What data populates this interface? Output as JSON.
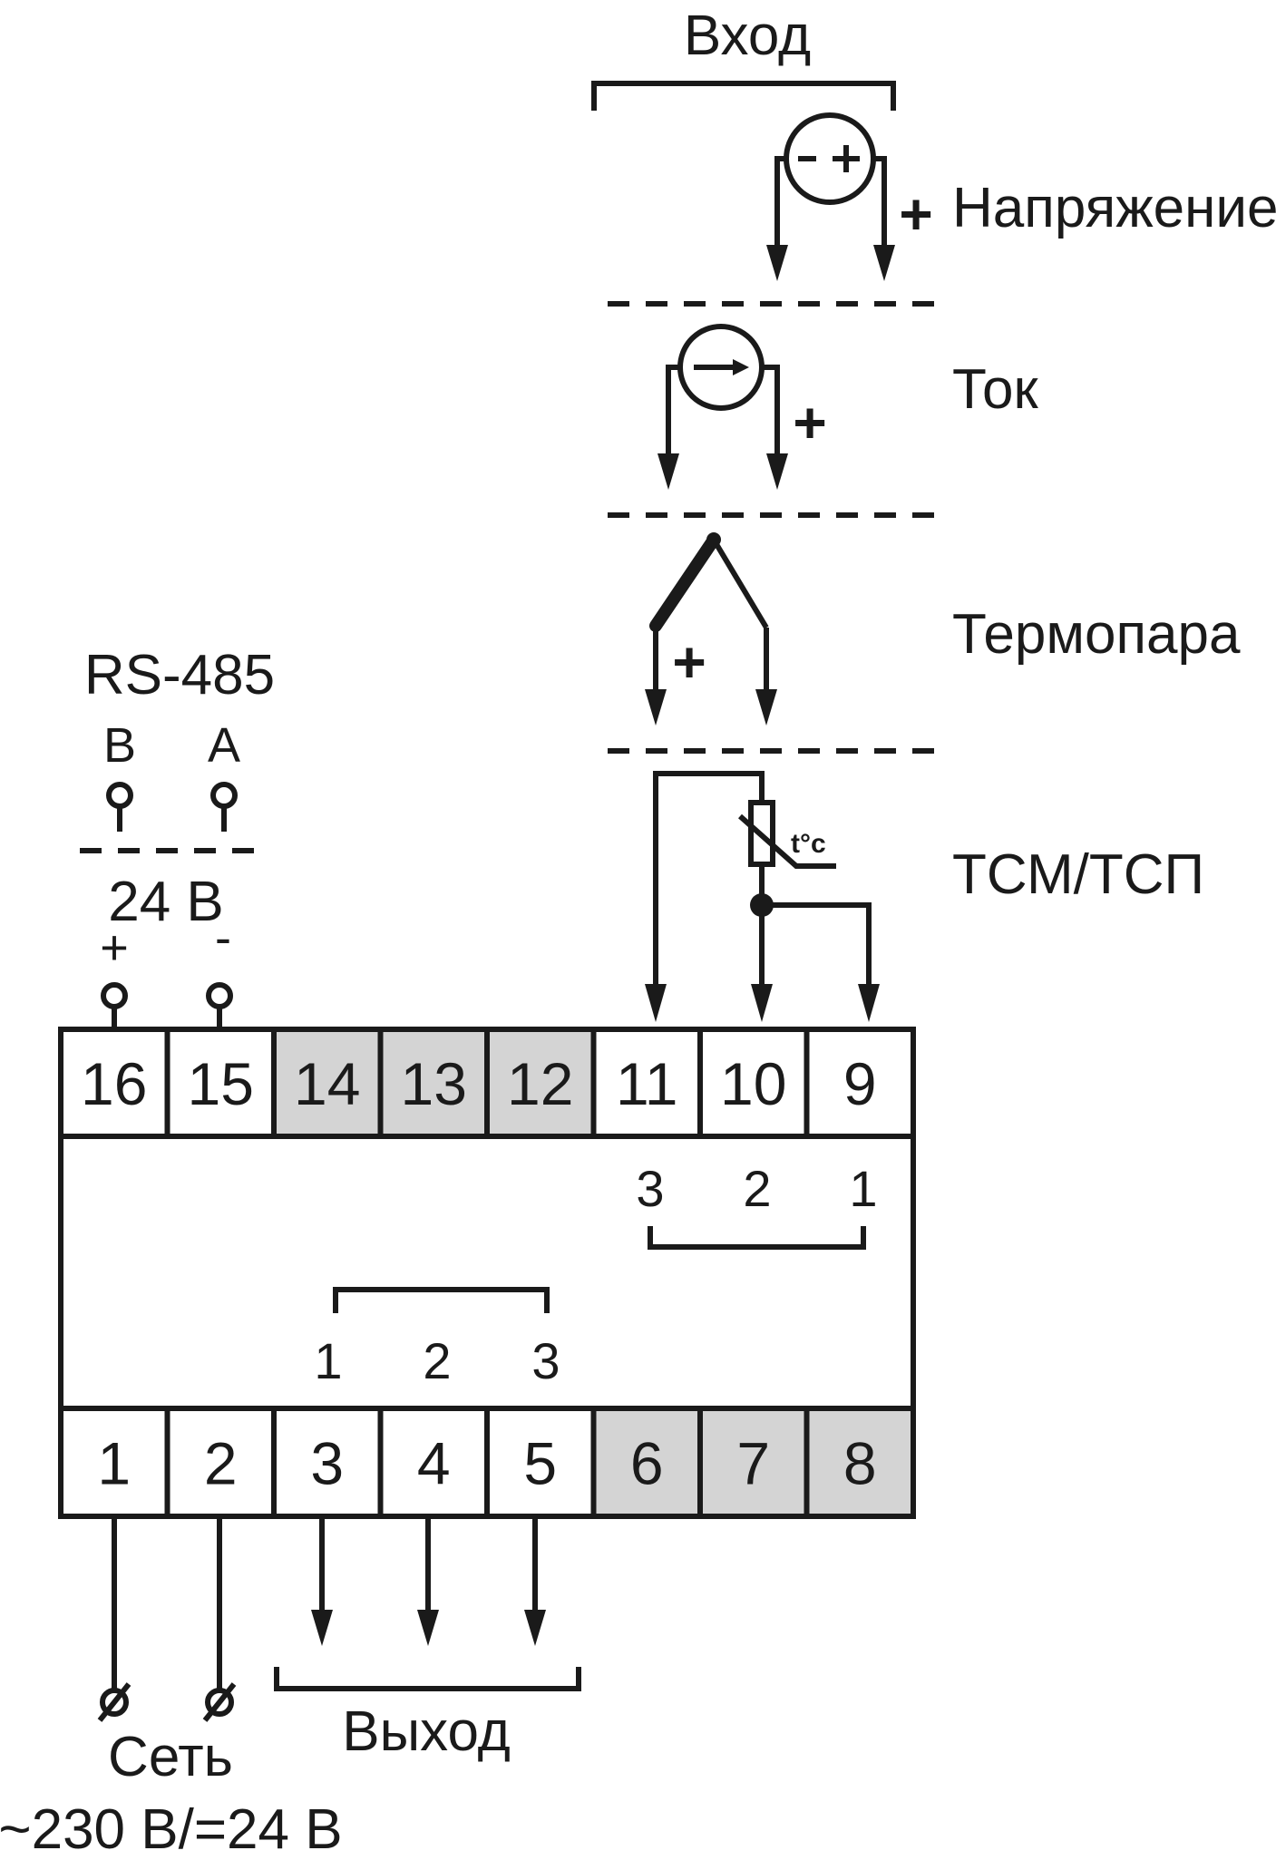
{
  "input": {
    "title": "Вход",
    "types": [
      "Напряжение",
      "Ток",
      "Термопара",
      "ТСМ/ТСП"
    ],
    "plus_sign": "+",
    "rtd_label": "t°c",
    "voltage_source_symbol": "−+"
  },
  "rs485": {
    "title": "RS-485",
    "b_label": "B",
    "a_label": "A"
  },
  "power_24v": {
    "label": "24 В",
    "plus": "+",
    "minus": "-"
  },
  "top_terminals": [
    {
      "num": "16",
      "shaded": false
    },
    {
      "num": "15",
      "shaded": false
    },
    {
      "num": "14",
      "shaded": true
    },
    {
      "num": "13",
      "shaded": true
    },
    {
      "num": "12",
      "shaded": true
    },
    {
      "num": "11",
      "shaded": false
    },
    {
      "num": "10",
      "shaded": false
    },
    {
      "num": "9",
      "shaded": false
    }
  ],
  "bottom_terminals": [
    {
      "num": "1",
      "shaded": false
    },
    {
      "num": "2",
      "shaded": false
    },
    {
      "num": "3",
      "shaded": false
    },
    {
      "num": "4",
      "shaded": false
    },
    {
      "num": "5",
      "shaded": false
    },
    {
      "num": "6",
      "shaded": true
    },
    {
      "num": "7",
      "shaded": true
    },
    {
      "num": "8",
      "shaded": true
    }
  ],
  "input_pins": [
    "3",
    "2",
    "1"
  ],
  "output_pins": [
    "1",
    "2",
    "3"
  ],
  "output": {
    "title": "Выход"
  },
  "mains": {
    "title": "Сеть",
    "spec": "~230 В/=24 В"
  },
  "colors": {
    "line": "#1a1a1a",
    "shaded_cell": "#d4d4d4",
    "cell": "#ffffff"
  }
}
